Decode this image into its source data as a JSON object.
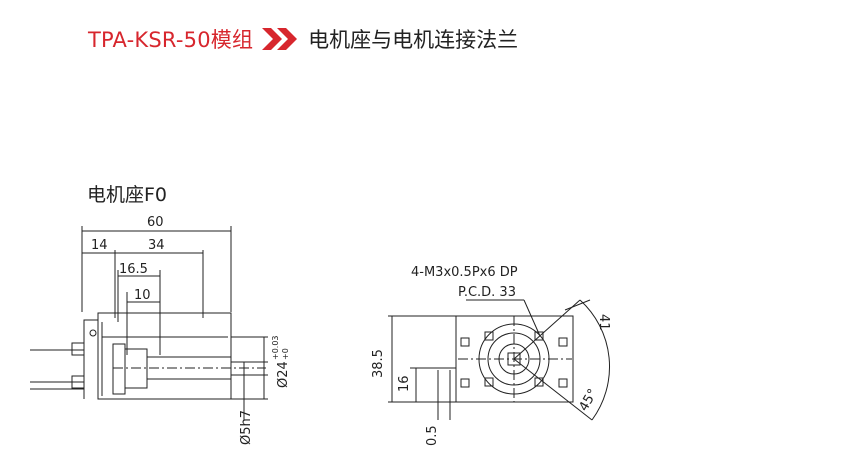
{
  "header": {
    "model": "TPA-KSR-50模组",
    "title": "电机座与电机连接法兰",
    "accent_color": "#d7262d",
    "separator_icon": "double-chevron-right-icon"
  },
  "subtitle": "电机座F0",
  "side_view": {
    "dims": {
      "overall": "60",
      "left": "14",
      "mid": "34",
      "inner1": "16.5",
      "inner2": "10",
      "bore": "Ø24",
      "bore_tol_upper": "+0.03",
      "bore_tol_lower": "+0",
      "shaft": "Ø5h7"
    }
  },
  "front_view": {
    "hole_spec": "4-M3x0.5Px6 DP",
    "pcd": "P.C.D. 33",
    "dims": {
      "height": "38.5",
      "center": "16",
      "offset": "0.5",
      "side": "41",
      "angle": "45°"
    }
  }
}
